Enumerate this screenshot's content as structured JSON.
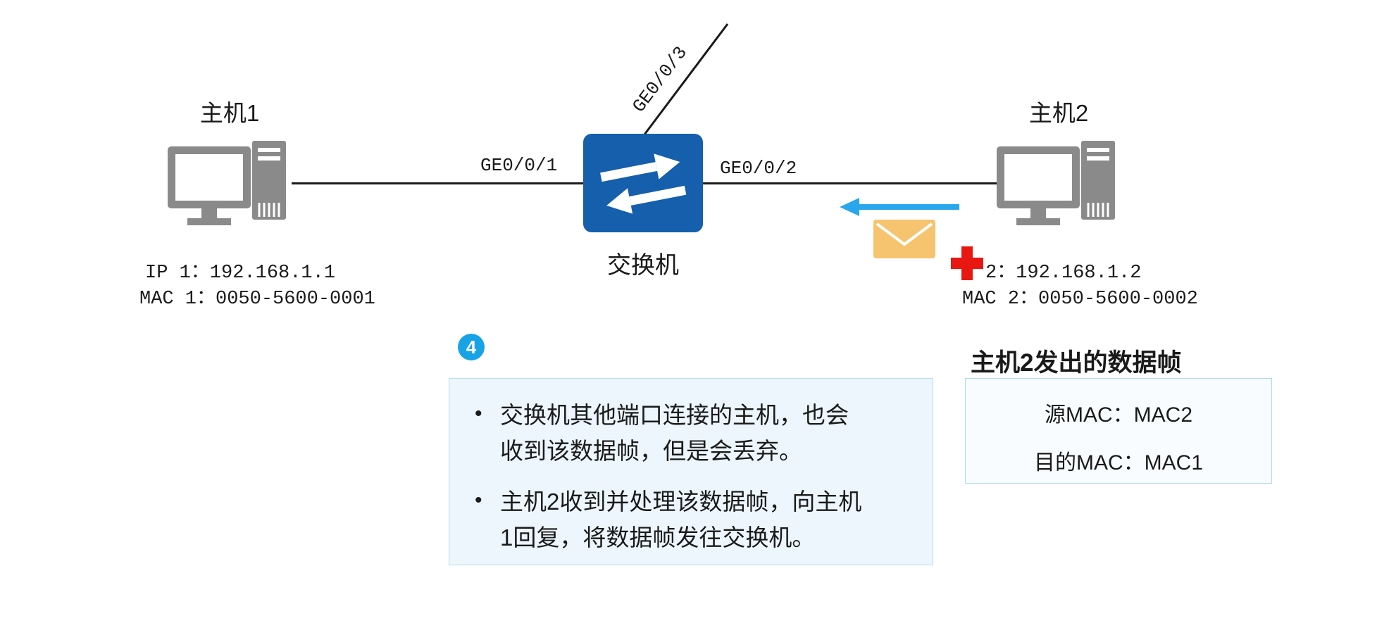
{
  "hosts": {
    "host1": {
      "label": "主机1",
      "ip": "IP 1：192.168.1.1",
      "mac": "MAC 1：0050-5600-0001"
    },
    "host2": {
      "label": "主机2",
      "ip": "2：192.168.1.2",
      "mac": "MAC 2：0050-5600-0002"
    }
  },
  "switch": {
    "label": "交换机",
    "port_left": "GE0/0/1",
    "port_right": "GE0/0/2",
    "port_top": "GE0/0/3"
  },
  "step_badge": "4",
  "note_box": {
    "bullets": [
      "交换机其他端口连接的主机，也会\n收到该数据帧，但是会丢弃。",
      "主机2收到并处理该数据帧，向主机\n1回复，将数据帧发往交换机。"
    ]
  },
  "frame_box": {
    "title": "主机2发出的数据帧",
    "rows": [
      "源MAC：MAC2",
      "目的MAC：MAC1"
    ]
  },
  "colors": {
    "switch_fill": "#155fad",
    "host_gray": "#8a8a8a",
    "arrow_blue": "#2aa7ec",
    "badge_blue": "#17a3e6",
    "envelope_orange": "#f6c46f",
    "cross_red": "#e81712",
    "note_box_bg": "#ecf6fc",
    "note_box_border": "#b5ddf2",
    "frame_box_bg": "#f8fcfe",
    "frame_box_border": "#aedcf0",
    "line_black": "#1a1a1a"
  }
}
